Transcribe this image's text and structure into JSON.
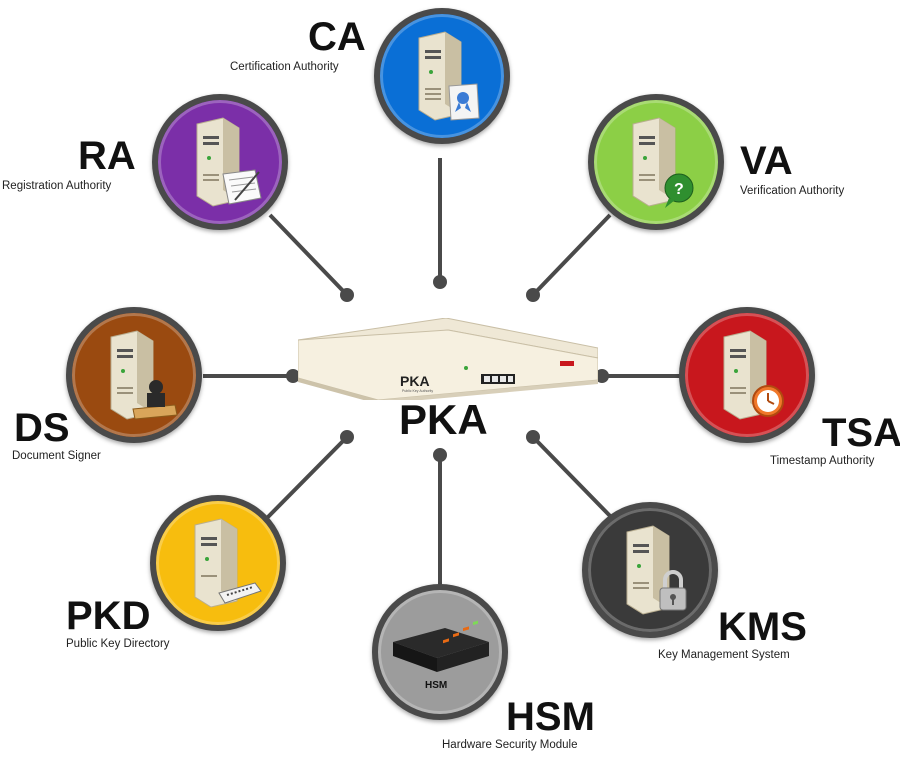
{
  "center": {
    "title": "PKA",
    "device_label": "PKA",
    "device_sublabel": "Public Key Authority"
  },
  "nodes": [
    {
      "id": "ca",
      "abbr": "CA",
      "name": "Certification Authority",
      "color": "#0a6fd6",
      "icon": "certificate-icon"
    },
    {
      "id": "ra",
      "abbr": "RA",
      "name": "Registration Authority",
      "color": "#7b2fa8",
      "icon": "form-document-icon"
    },
    {
      "id": "va",
      "abbr": "VA",
      "name": "Verification Authority",
      "color": "#8ccf46",
      "icon": "question-bubble-icon"
    },
    {
      "id": "ds",
      "abbr": "DS",
      "name": "Document Signer",
      "color": "#9a4a10",
      "icon": "stamp-icon"
    },
    {
      "id": "tsa",
      "abbr": "TSA",
      "name": "Timestamp Authority",
      "color": "#c8171d",
      "icon": "clock-icon"
    },
    {
      "id": "pkd",
      "abbr": "PKD",
      "name": "Public Key Directory",
      "color": "#f7bd0e",
      "icon": "card-reader-icon"
    },
    {
      "id": "hsm",
      "abbr": "HSM",
      "name": "Hardware Security Module",
      "color": "#9c9c9c",
      "icon": "hsm-device-icon",
      "device_label": "HSM"
    },
    {
      "id": "kms",
      "abbr": "KMS",
      "name": "Key Management System",
      "color": "#3a3a3a",
      "icon": "padlock-icon"
    }
  ]
}
